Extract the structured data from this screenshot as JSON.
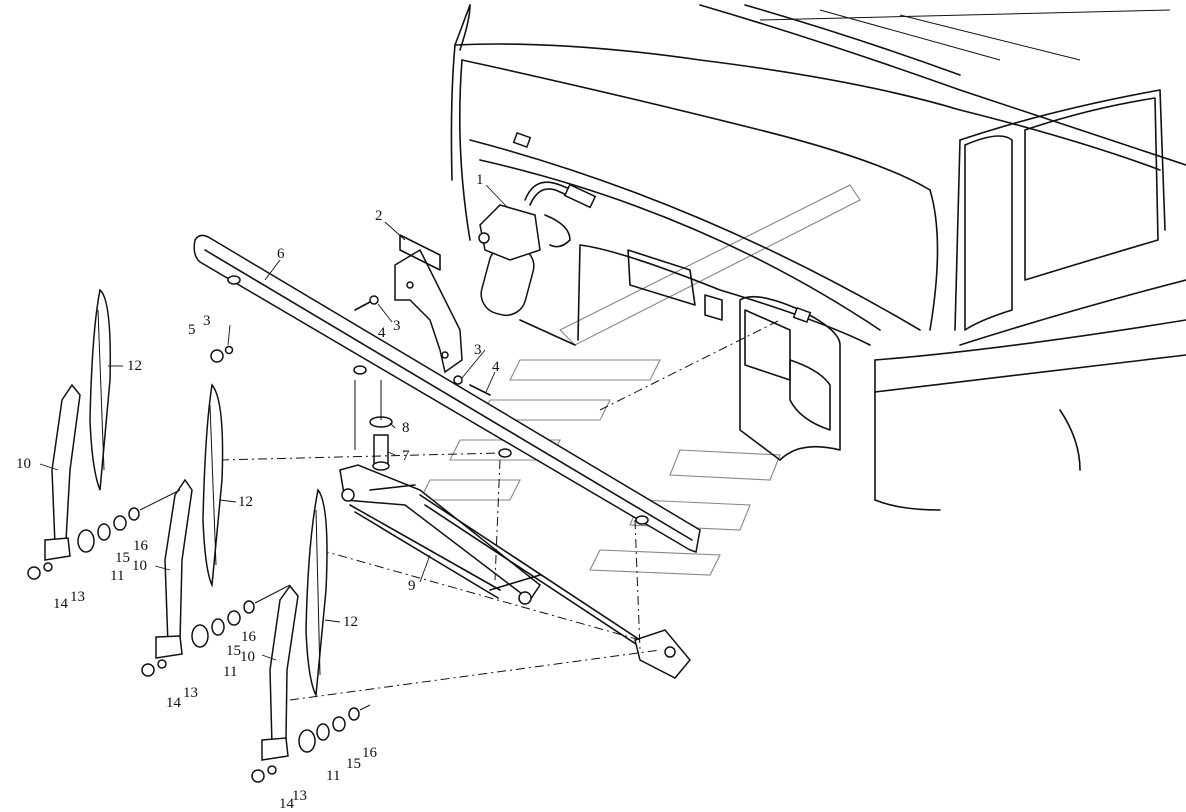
{
  "diagram": {
    "callouts": [
      {
        "id": "c1",
        "text": "1"
      },
      {
        "id": "c2",
        "text": "2"
      },
      {
        "id": "c3a",
        "text": "3"
      },
      {
        "id": "c3b",
        "text": "3"
      },
      {
        "id": "c3c",
        "text": "3"
      },
      {
        "id": "c4a",
        "text": "4"
      },
      {
        "id": "c4b",
        "text": "4"
      },
      {
        "id": "c5",
        "text": "5"
      },
      {
        "id": "c6",
        "text": "6"
      },
      {
        "id": "c7",
        "text": "7"
      },
      {
        "id": "c8",
        "text": "8"
      },
      {
        "id": "c9",
        "text": "9"
      },
      {
        "id": "c10a",
        "text": "10"
      },
      {
        "id": "c10b",
        "text": "10"
      },
      {
        "id": "c10c",
        "text": "10"
      },
      {
        "id": "c11a",
        "text": "11"
      },
      {
        "id": "c11b",
        "text": "11"
      },
      {
        "id": "c11c",
        "text": "11"
      },
      {
        "id": "c12a",
        "text": "12"
      },
      {
        "id": "c12b",
        "text": "12"
      },
      {
        "id": "c12c",
        "text": "12"
      },
      {
        "id": "c13a",
        "text": "13"
      },
      {
        "id": "c13b",
        "text": "13"
      },
      {
        "id": "c13c",
        "text": "13"
      },
      {
        "id": "c14a",
        "text": "14"
      },
      {
        "id": "c14b",
        "text": "14"
      },
      {
        "id": "c14c",
        "text": "14"
      },
      {
        "id": "c15a",
        "text": "15"
      },
      {
        "id": "c15b",
        "text": "15"
      },
      {
        "id": "c15c",
        "text": "15"
      },
      {
        "id": "c16a",
        "text": "16"
      },
      {
        "id": "c16b",
        "text": "16"
      },
      {
        "id": "c16c",
        "text": "16"
      }
    ]
  }
}
